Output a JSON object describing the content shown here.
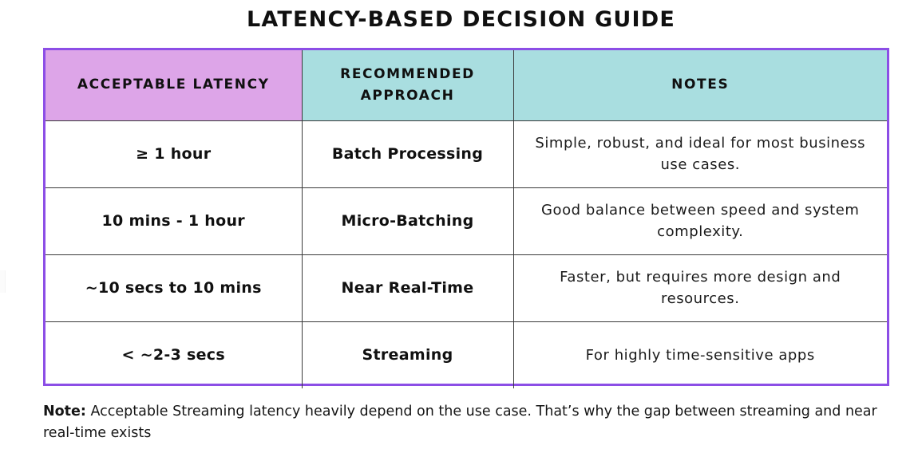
{
  "title": "LATENCY-BASED DECISION GUIDE",
  "table": {
    "headers": [
      {
        "label": "ACCEPTABLE LATENCY",
        "color": "#dda5e8"
      },
      {
        "label": "RECOMMENDED APPROACH",
        "color": "#a9dee0"
      },
      {
        "label": "NOTES",
        "color": "#a9dee0"
      }
    ],
    "border_color": "#8c4ee6",
    "grid_color": "#3a3a3a",
    "rows": [
      {
        "latency": "≥ 1 hour",
        "approach": "Batch Processing",
        "notes": "Simple, robust, and ideal for most business use cases."
      },
      {
        "latency": "10 mins - 1 hour",
        "approach": "Micro-Batching",
        "notes": "Good balance between speed and system complexity."
      },
      {
        "latency": "~10 secs to 10 mins",
        "approach": "Near Real-Time",
        "notes": "Faster, but requires more design and resources."
      },
      {
        "latency": "< ~2-3 secs",
        "approach": "Streaming",
        "notes": "For highly time-sensitive apps"
      }
    ]
  },
  "footnote": {
    "label": "Note:",
    "text": " Acceptable Streaming latency heavily depend on the use case. That’s why the gap between streaming and near real-time exists"
  }
}
